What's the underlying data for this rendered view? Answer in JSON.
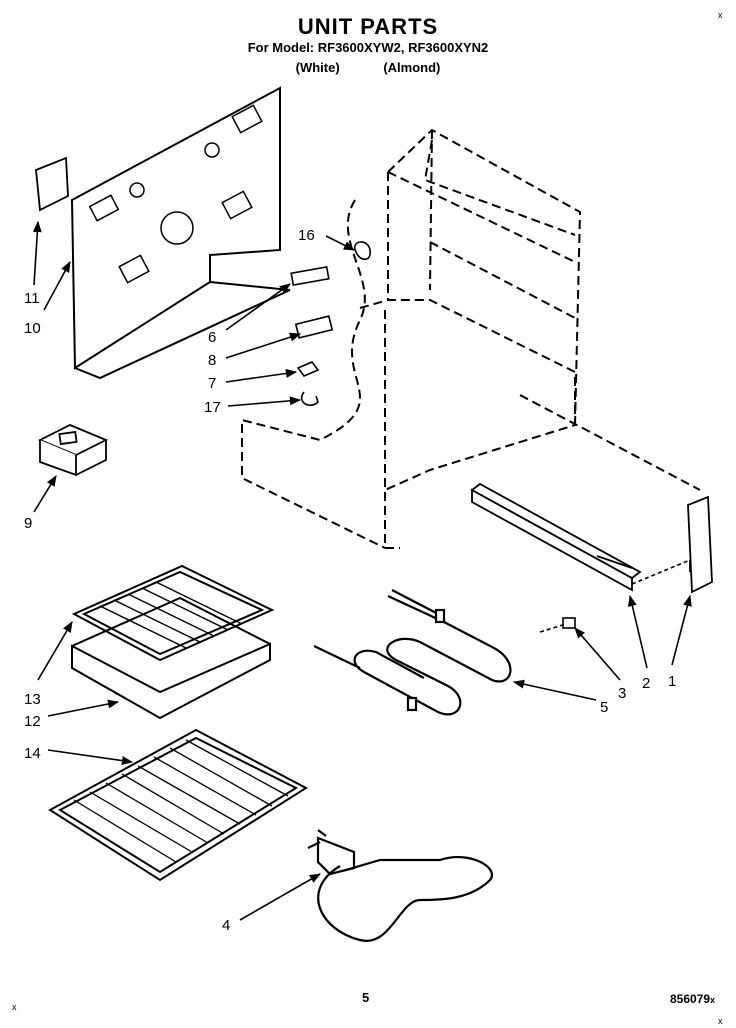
{
  "header": {
    "title": "UNIT PARTS",
    "models": "For Model: RF3600XYW2, RF3600XYN2",
    "color_white": "(White)",
    "color_almond": "(Almond)"
  },
  "callouts": [
    "1",
    "2",
    "3",
    "4",
    "5",
    "6",
    "7",
    "8",
    "9",
    "10",
    "11",
    "12",
    "13",
    "14",
    "16",
    "17"
  ],
  "footer": {
    "page_number": "5",
    "code": "856079",
    "suffix_mark": "x"
  },
  "corner_marks": {
    "top_right": "x",
    "bottom_left": "x",
    "bottom_right": "x"
  }
}
